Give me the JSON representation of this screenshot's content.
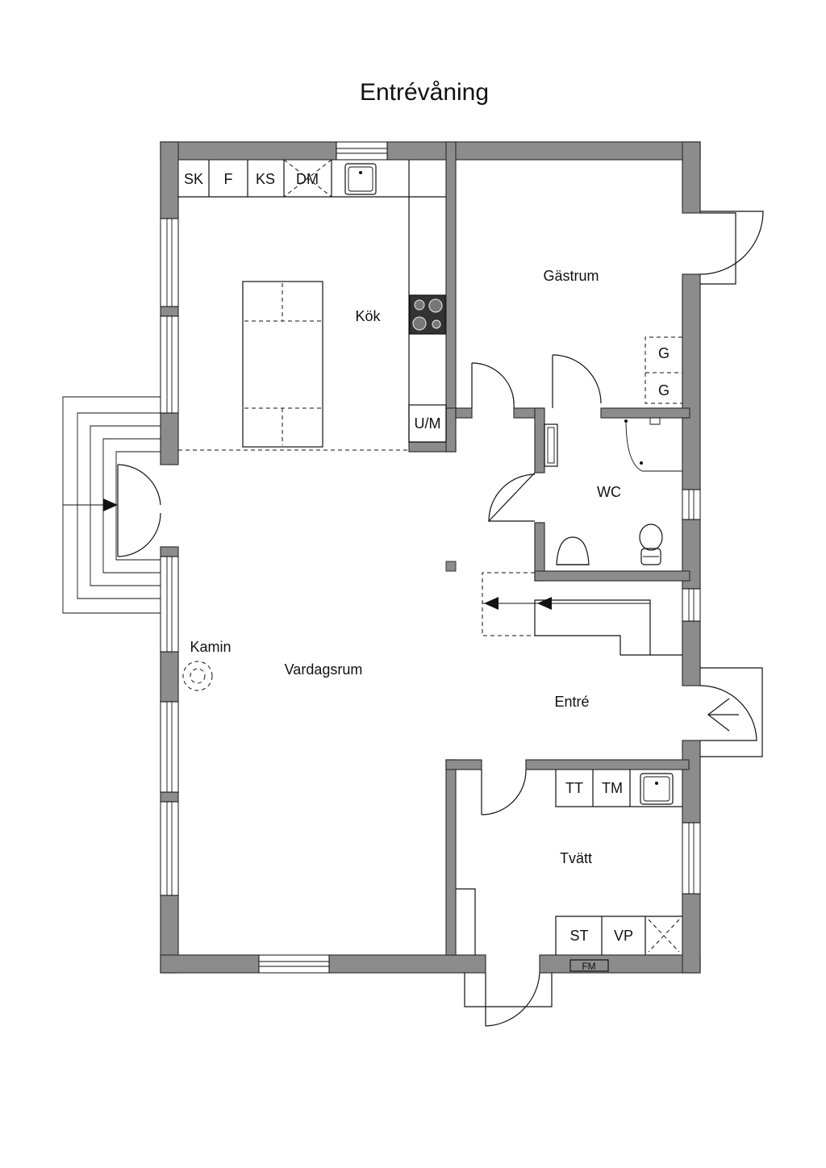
{
  "title": "Entrévåning",
  "rooms": {
    "kok": "Kök",
    "gastrum": "Gästrum",
    "wc": "WC",
    "vardagsrum": "Vardagsrum",
    "kamin": "Kamin",
    "entre": "Entré",
    "tvatt": "Tvätt"
  },
  "appliances": {
    "sk": "SK",
    "f": "F",
    "ks": "KS",
    "dm": "DM",
    "um": "U/M",
    "g1": "G",
    "g2": "G",
    "tt": "TT",
    "tm": "TM",
    "st": "ST",
    "vp": "VP",
    "fm": "FM"
  },
  "colors": {
    "wall": "#8c8c8c",
    "line": "#111111"
  }
}
